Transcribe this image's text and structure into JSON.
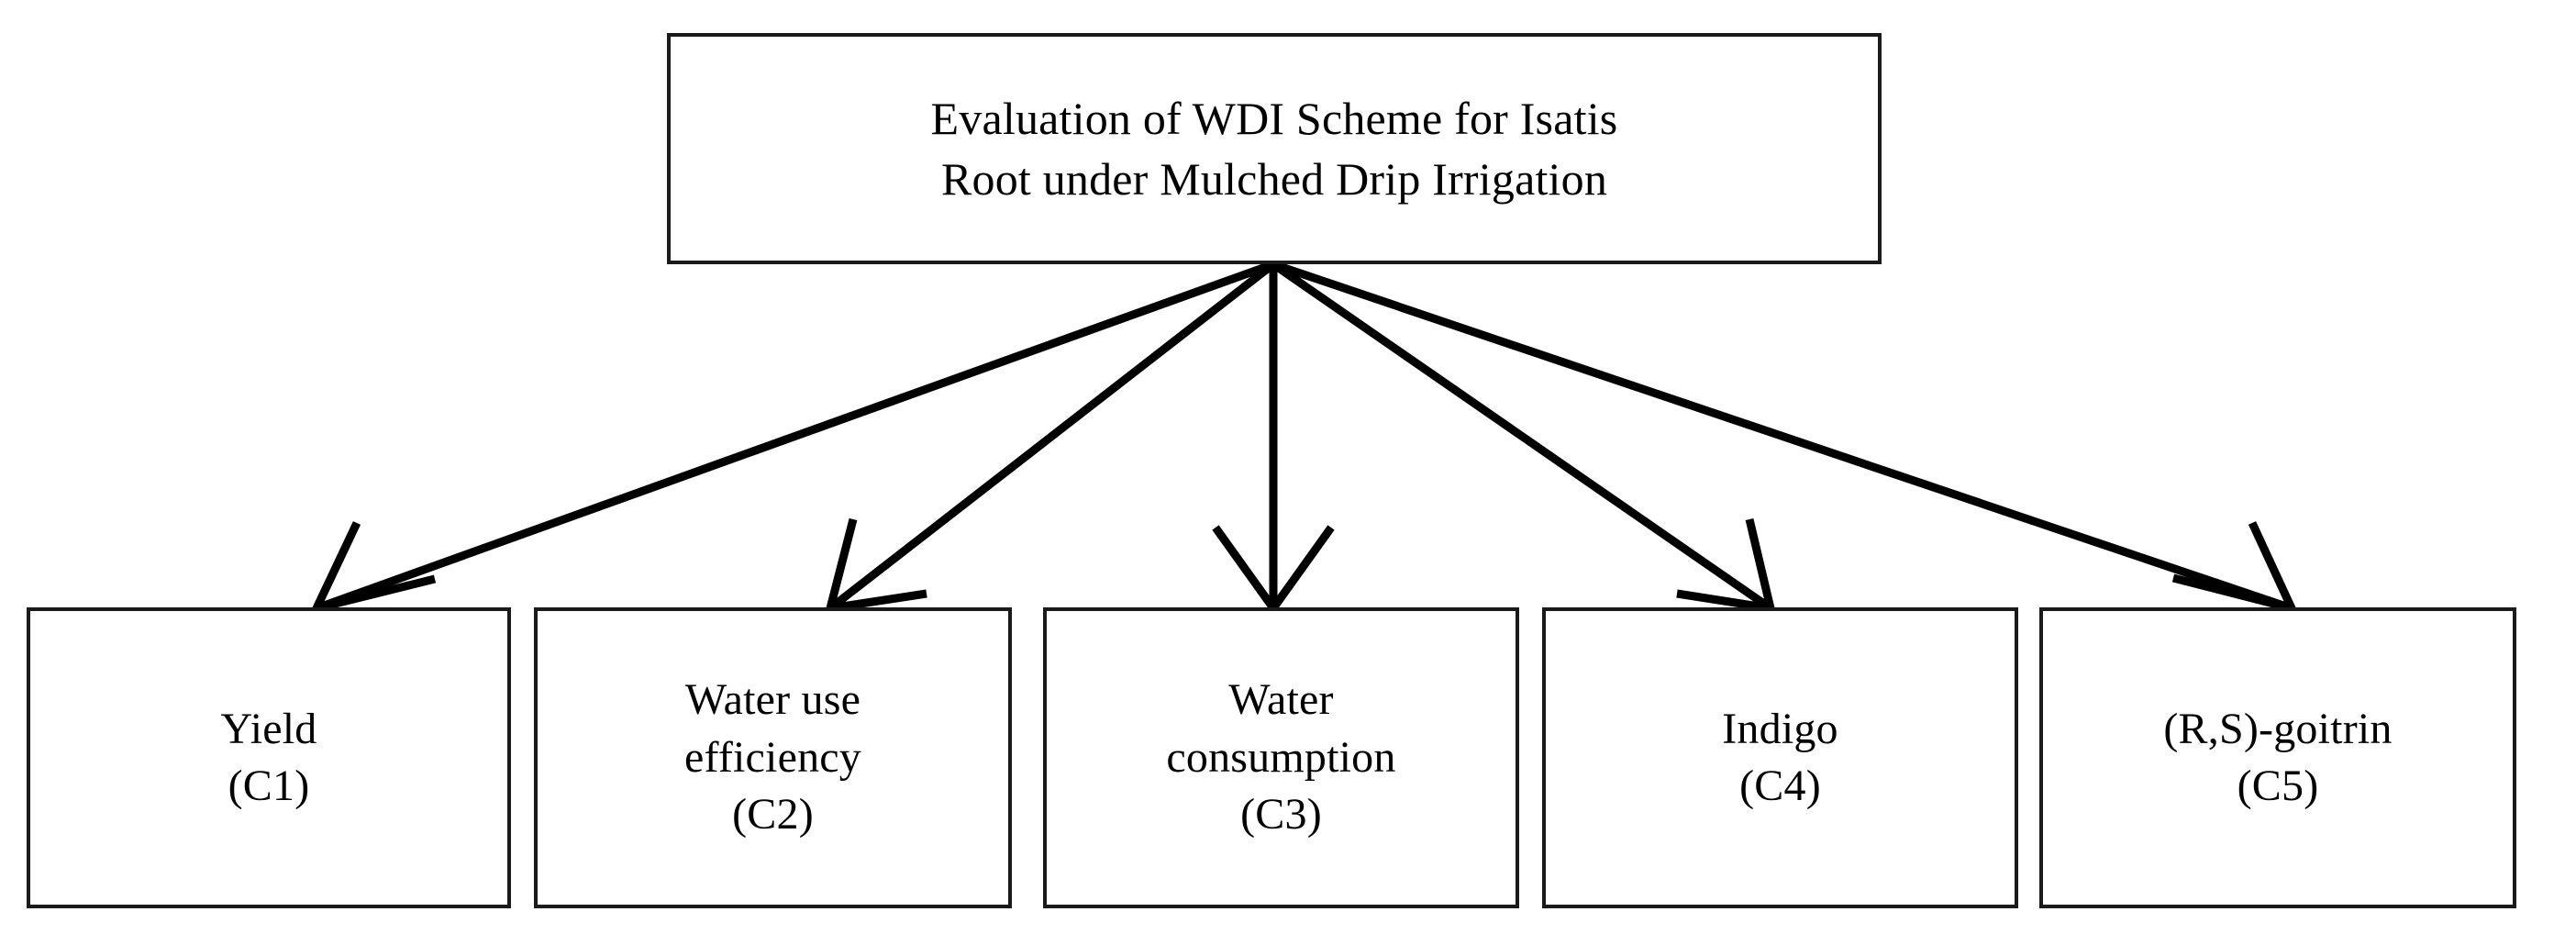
{
  "diagram": {
    "type": "hierarchy-tree",
    "background_color": "#ffffff",
    "line_color": "#000000",
    "box_border_color": "#1a1a1a",
    "goal": {
      "id": "goal",
      "label": "Evaluation of WDI Scheme for Isatis\nRoot under Mulched Drip Irrigation"
    },
    "criteria": [
      {
        "id": "C1",
        "code": "(C1)",
        "name": "Yield",
        "label": "Yield\n(C1)"
      },
      {
        "id": "C2",
        "code": "(C2)",
        "name": "Water use efficiency",
        "label": "Water use\nefficiency\n(C2)"
      },
      {
        "id": "C3",
        "code": "(C3)",
        "name": "Water consumption",
        "label": "Water\nconsumption\n(C3)"
      },
      {
        "id": "C4",
        "code": "(C4)",
        "name": "Indigo",
        "label": "Indigo\n(C4)"
      },
      {
        "id": "C5",
        "code": "(C5)",
        "name": "(R,S)-goitrin",
        "label": "(R,S)-goitrin\n(C5)"
      }
    ],
    "connectors": [
      {
        "from": "goal",
        "to": "C1",
        "style": "arrow"
      },
      {
        "from": "goal",
        "to": "C2",
        "style": "arrow"
      },
      {
        "from": "goal",
        "to": "C3",
        "style": "arrow"
      },
      {
        "from": "goal",
        "to": "C4",
        "style": "arrow"
      },
      {
        "from": "goal",
        "to": "C5",
        "style": "arrow"
      }
    ]
  }
}
